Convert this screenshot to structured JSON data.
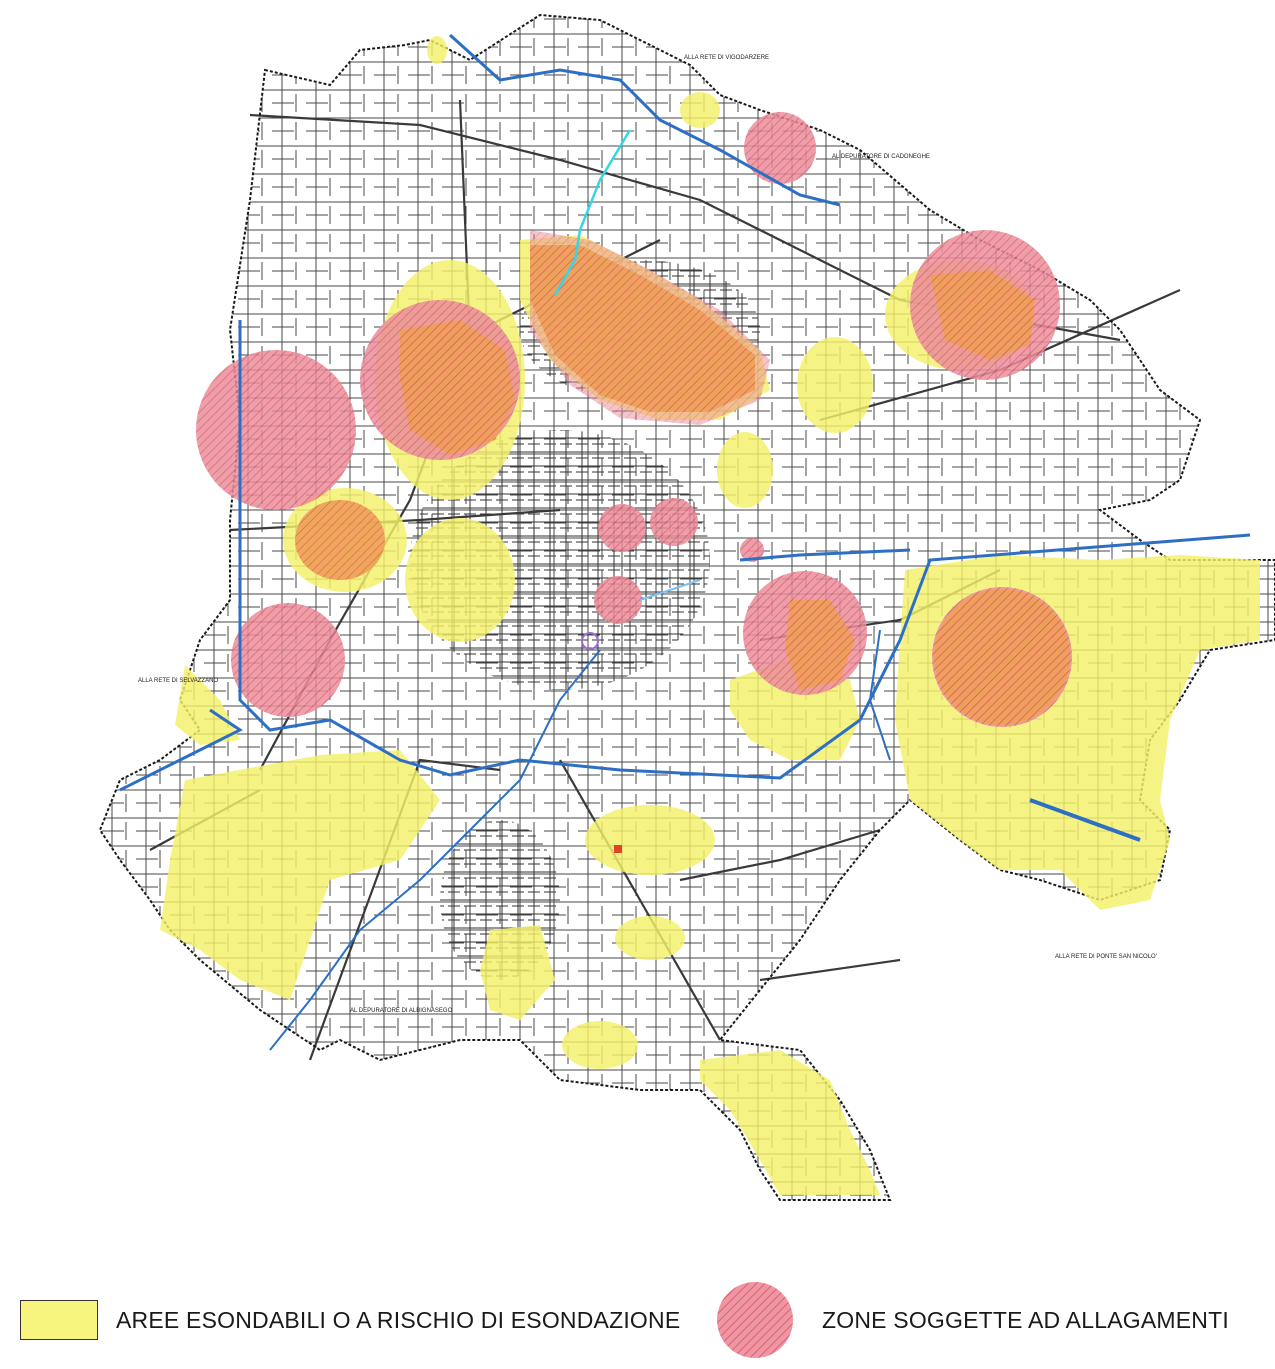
{
  "colors": {
    "flood_area": "#f4f06a",
    "waterlogging_zone": "#e8798a",
    "overlap": "#ef9a55",
    "road": "#3a3a3a",
    "boundary": "#1a1a1a",
    "canal": "#2d6fc4",
    "canal_light": "#37d6e6"
  },
  "map_labels": {
    "vigodarzere": "ALLA RETE DI VIGODARZERE",
    "cadoneghe": "AL DEPURATORE DI CADONEGHE",
    "selvazzano": "ALLA RETE DI SELVAZZANO",
    "albignasego": "AL DEPURATORE DI ALBIGNASEGO",
    "ponte_san_nicolo": "ALLA RETE DI PONTE SAN NICOLO'"
  },
  "legend": {
    "flood_label": "AREE ESONDABILI O A RISCHIO DI ESONDAZIONE",
    "waterlogging_label": "ZONE SOGGETTE AD ALLAGAMENTI"
  },
  "icons": {
    "flood_swatch": "yellow-rectangle",
    "waterlogging_swatch": "pink-hatched-circle"
  }
}
